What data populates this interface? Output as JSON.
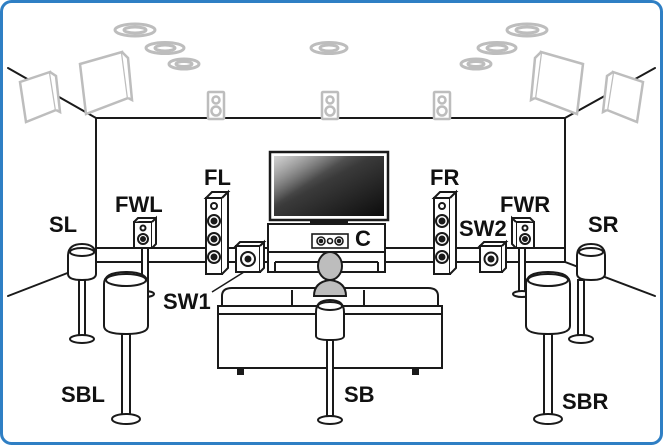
{
  "colors": {
    "frame": "#2f7fc4",
    "line": "#1a1a1a",
    "ceiling_speaker": "#bdbdbd",
    "screen_dark": "#111111",
    "screen_light": "#8a8a8a"
  },
  "labels": {
    "fl": "FL",
    "fr": "FR",
    "fwl": "FWL",
    "fwr": "FWR",
    "sl": "SL",
    "sr": "SR",
    "sw1": "SW1",
    "sw2": "SW2",
    "c": "C",
    "sbl": "SBL",
    "sbr": "SBR",
    "sb": "SB"
  }
}
